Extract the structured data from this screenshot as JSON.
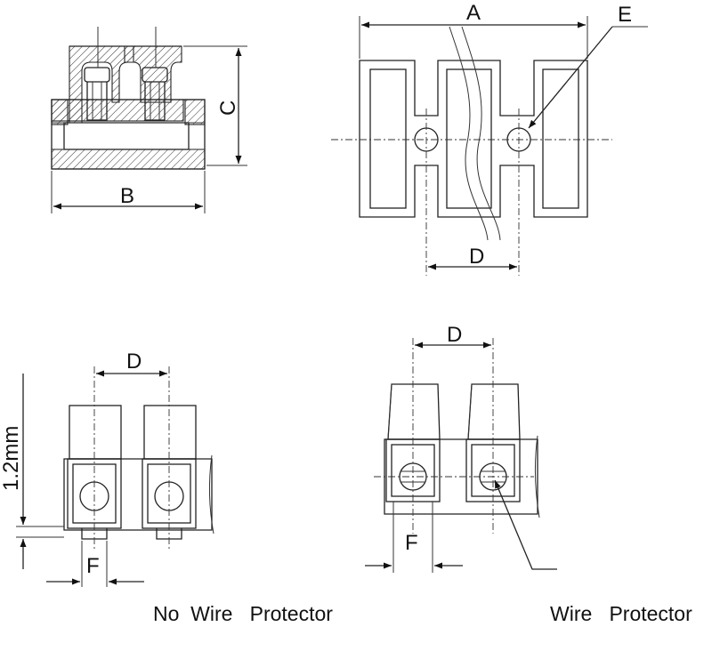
{
  "labels": {
    "A": "A",
    "B": "B",
    "C": "C",
    "D": "D",
    "E": "E",
    "F": "F",
    "thickness": "1.2mm"
  },
  "captions": {
    "no_wire_protector": "No  Wire   Protector",
    "wire_protector": "Wire   Protector"
  }
}
